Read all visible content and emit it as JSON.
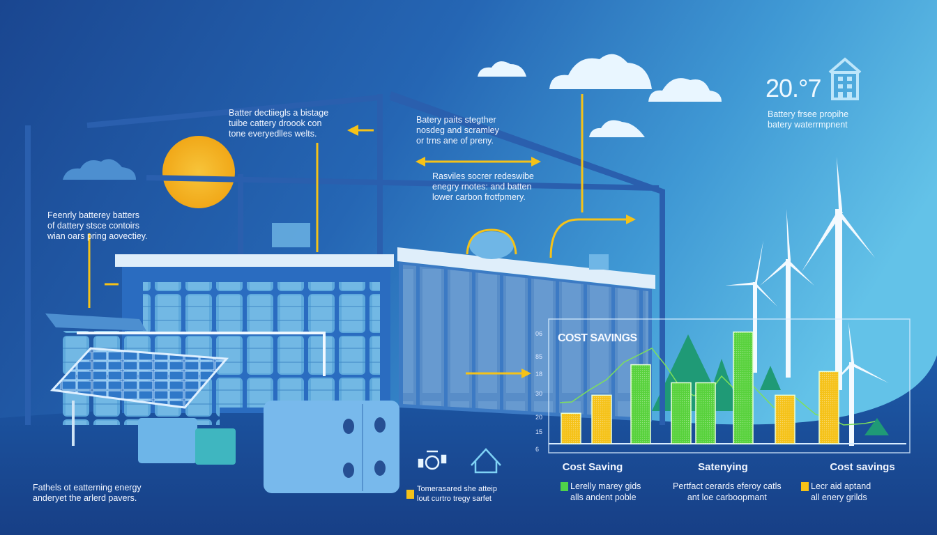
{
  "annotations": {
    "top_center": "Batter dectiiegls a bistage\ntuibe cattery droook con\ntone everyedlles welts.",
    "top_right_center": "Batery paits stegther\nnosdeg and scramley\nor trns ane of preny.",
    "middle_right": "Rasviles socrer redeswibe\nenegry rnotes: and batten\nlower carbon frotfpmery.",
    "left": "Feenrly batterey batters\nof dattery stsce contoirs\nwian oars pring aovectiey.",
    "bottom_left": "Fathels ot eatterning energy\nanderyet the arlerd pavers.",
    "bottom_center": "Tomerasared she atteip\nlout curtro tregy sarfet"
  },
  "stat": {
    "value": "20.°7",
    "caption": "Battery frsee propihe\nbatery waterrmpnent",
    "icon": "building-icon"
  },
  "chart": {
    "title": "COST SAVINGS",
    "y_tick_labels": [
      "06",
      "85",
      "18",
      "30",
      "20",
      "15",
      "6"
    ],
    "bars_percent_of_plot": [
      27,
      43,
      70,
      54,
      54,
      99,
      43,
      64
    ],
    "bar_colors": [
      "yellow",
      "yellow",
      "green",
      "green",
      "green",
      "green",
      "yellow",
      "yellow"
    ],
    "group_labels": [
      "Cost Saving",
      "Satenying",
      "Cost savings"
    ],
    "legend": [
      {
        "color": "#4fd34a",
        "text": "Lerelly marey gids\nalls andent poble"
      },
      {
        "color": "",
        "text": "Pertfact cerards eferoy catls\nant loe carboopmant"
      },
      {
        "color": "#f5c218",
        "text": "Lecr aid aptand\nall enery grilds"
      }
    ]
  },
  "colors": {
    "yellow": "#f5c218",
    "green": "#58d23c",
    "sun": "#f6b625",
    "bg_dark": "#18468f",
    "bg_light": "#5dbde6"
  }
}
